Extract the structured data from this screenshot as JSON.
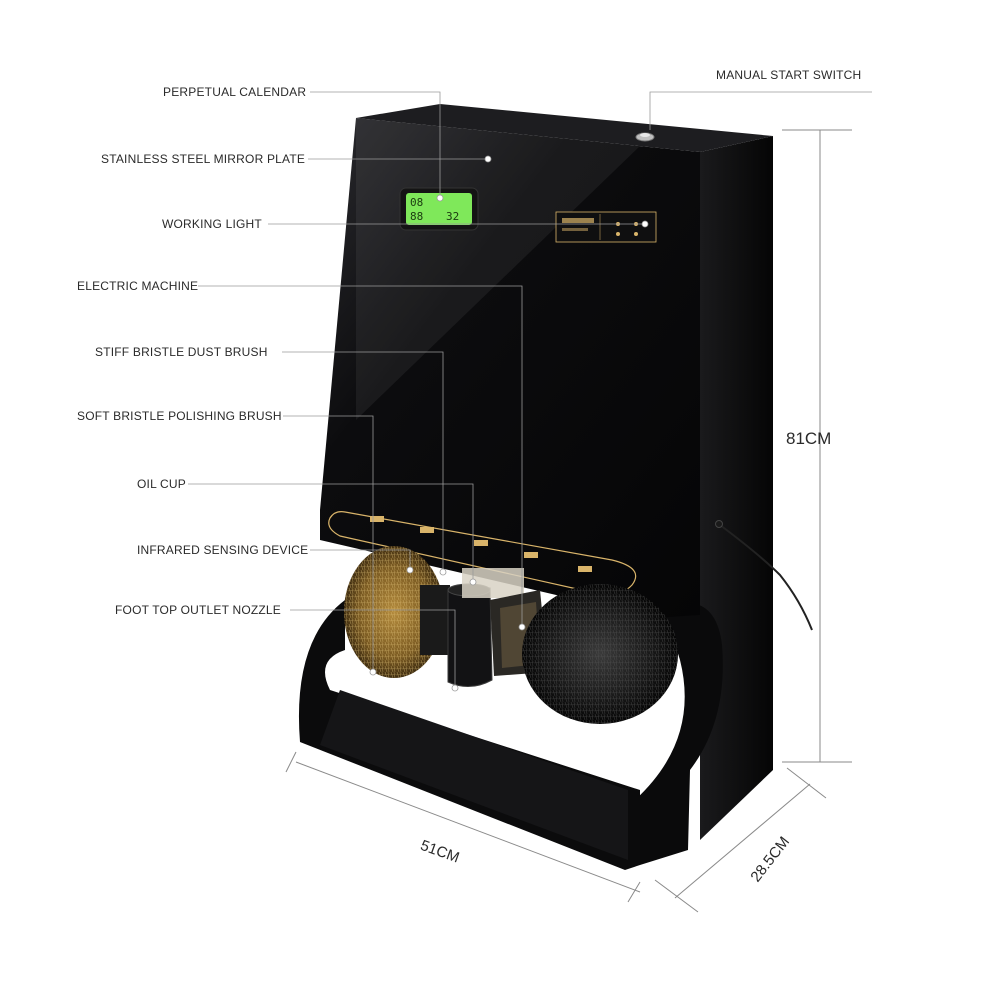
{
  "labels": {
    "perpetual_calendar": "PERPETUAL CALENDAR",
    "stainless_steel_mirror_plate": "STAINLESS STEEL MIRROR PLATE",
    "working_light": "WORKING LIGHT",
    "electric_machine": "ELECTRIC MACHINE",
    "stiff_bristle_dust_brush": "STIFF BRISTLE DUST BRUSH",
    "soft_bristle_polishing_brush": "SOFT BRISTLE POLISHING BRUSH",
    "oil_cup": "OIL CUP",
    "infrared_sensing_device": "INFRARED SENSING DEVICE",
    "foot_top_outlet_nozzle": "FOOT TOP OUTLET NOZZLE",
    "manual_start_switch": "MANUAL START SWITCH"
  },
  "dimensions": {
    "height": "81CM",
    "width": "51CM",
    "depth": "28.5CM"
  },
  "colors": {
    "body": "#0b0b0d",
    "lcd": "#7fe85a",
    "panel_text": "#d9b46a",
    "dust_brush": "#8a6a2c",
    "polish_brush": "#1a1a1a"
  }
}
